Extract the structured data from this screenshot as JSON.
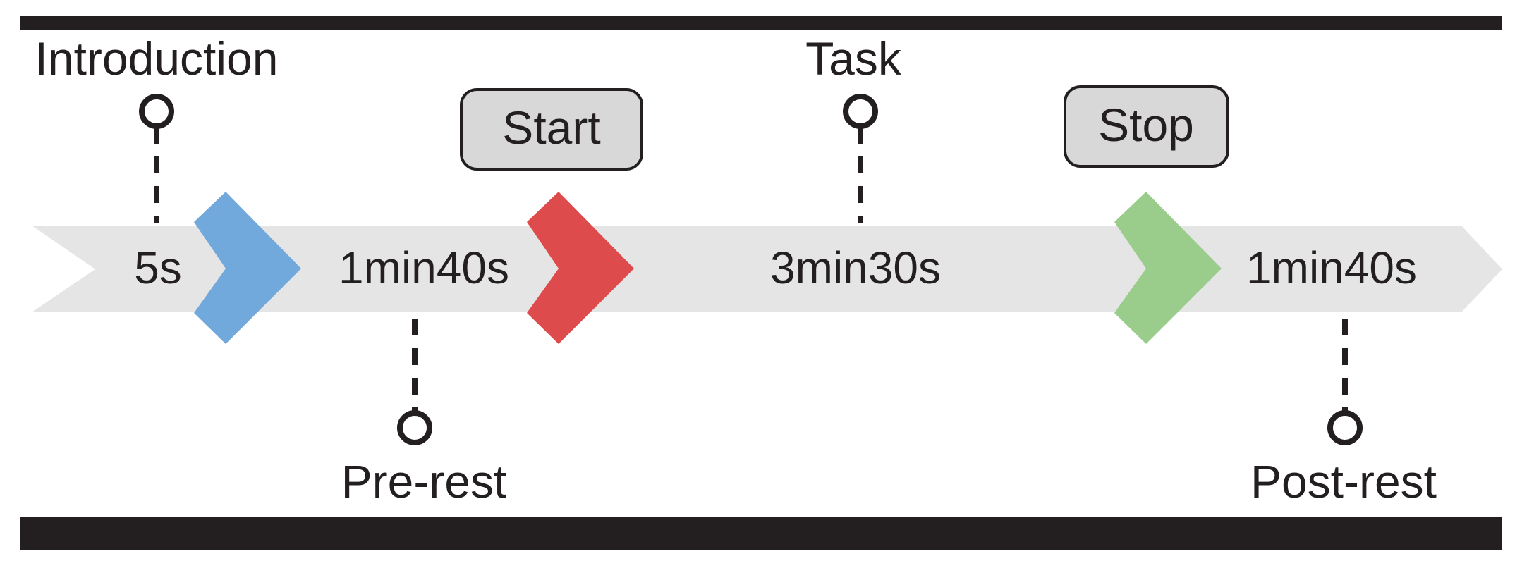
{
  "colors": {
    "frame": "#231f20",
    "track": "#e5e5e5",
    "chevron_intro": "#72a9dc",
    "chevron_start": "#de4b4d",
    "chevron_stop": "#9acd8b",
    "button_fill": "#d7d8d7",
    "ink": "#231f20"
  },
  "phases": {
    "introduction": {
      "label": "Introduction",
      "duration": "5s"
    },
    "pre_rest": {
      "label": "Pre-rest",
      "duration": "1min40s"
    },
    "task": {
      "label": "Task",
      "duration": "3min30s"
    },
    "post_rest": {
      "label": "Post-rest",
      "duration": "1min40s"
    }
  },
  "buttons": {
    "start": "Start",
    "stop": "Stop"
  }
}
